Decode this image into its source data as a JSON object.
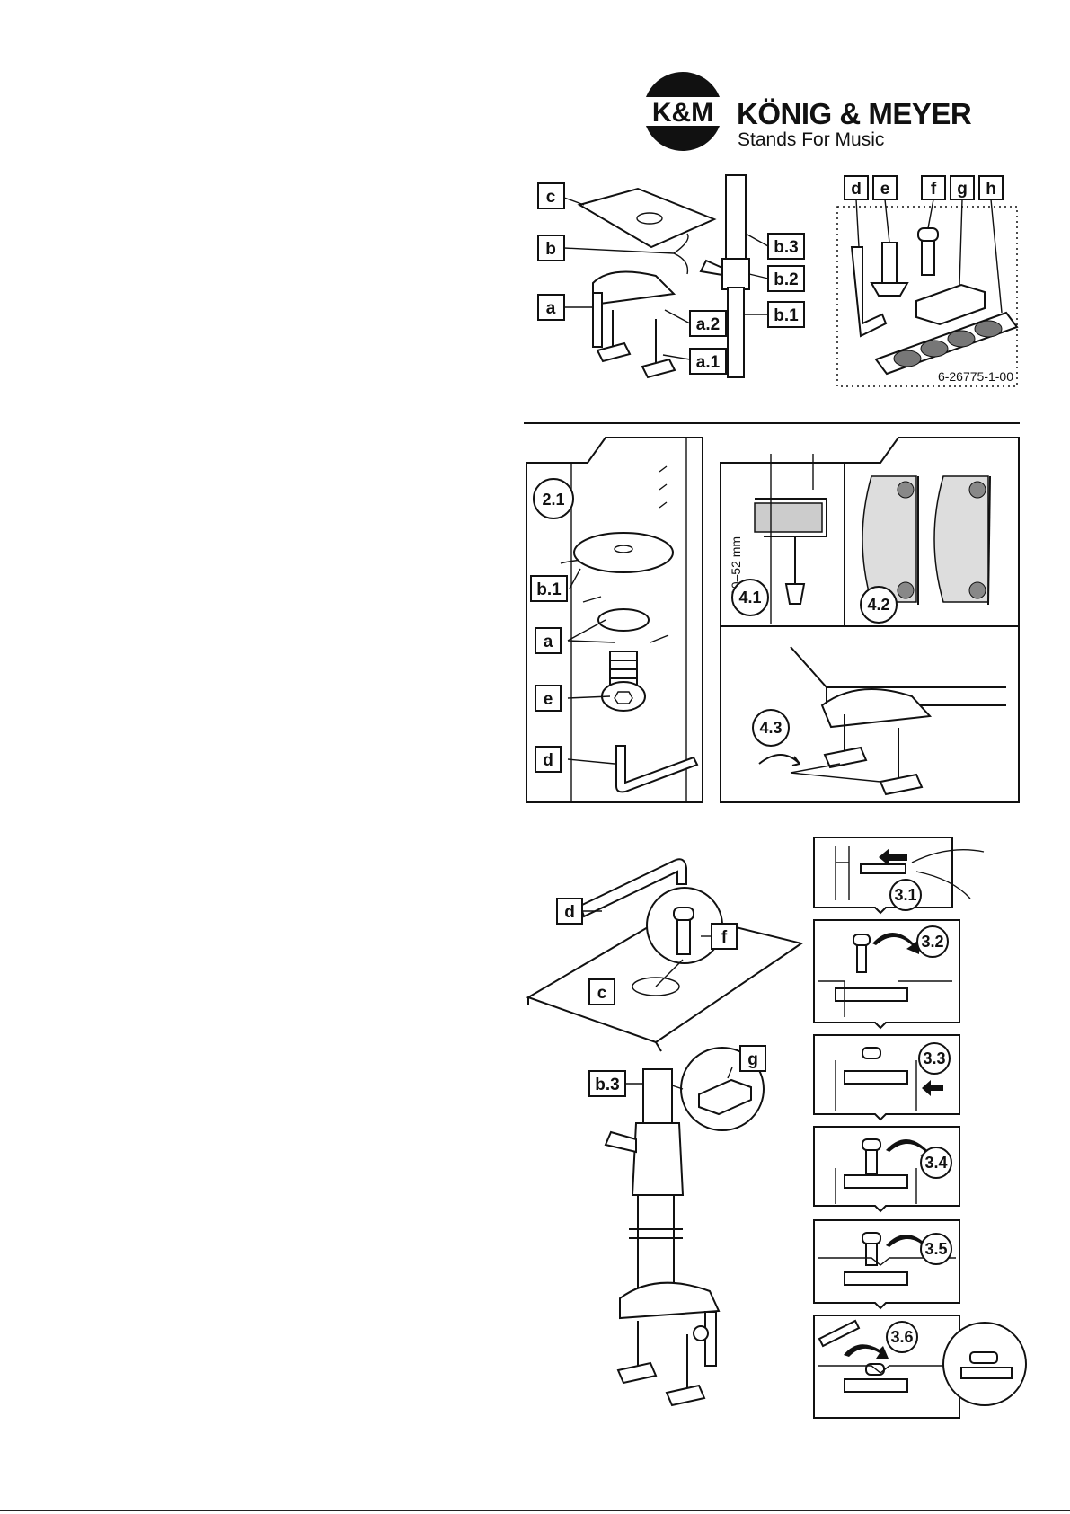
{
  "brand": {
    "logo_text": "K&M",
    "name": "KÖNIG & MEYER",
    "tagline": "Stands For Music"
  },
  "parts_labels": [
    "c",
    "b",
    "a",
    "a.2",
    "a.1",
    "b.3",
    "b.2",
    "b.1",
    "d",
    "e",
    "f",
    "g",
    "h"
  ],
  "part_number": "6-26775-1-00",
  "steps": {
    "s2_1": "2.1",
    "s4_1": "4.1",
    "s4_2": "4.2",
    "s4_3": "4.3",
    "s3_1": "3.1",
    "s3_2": "3.2",
    "s3_3": "3.3",
    "s3_4": "3.4",
    "s3_5": "3.5",
    "s3_6": "3.6"
  },
  "step2_labels": {
    "b1": "b.1",
    "a": "a",
    "e": "e",
    "d": "d"
  },
  "clamp_range": "10–52 mm",
  "assembly_labels": {
    "d": "d",
    "f": "f",
    "c": "c",
    "b3": "b.3",
    "g": "g"
  }
}
